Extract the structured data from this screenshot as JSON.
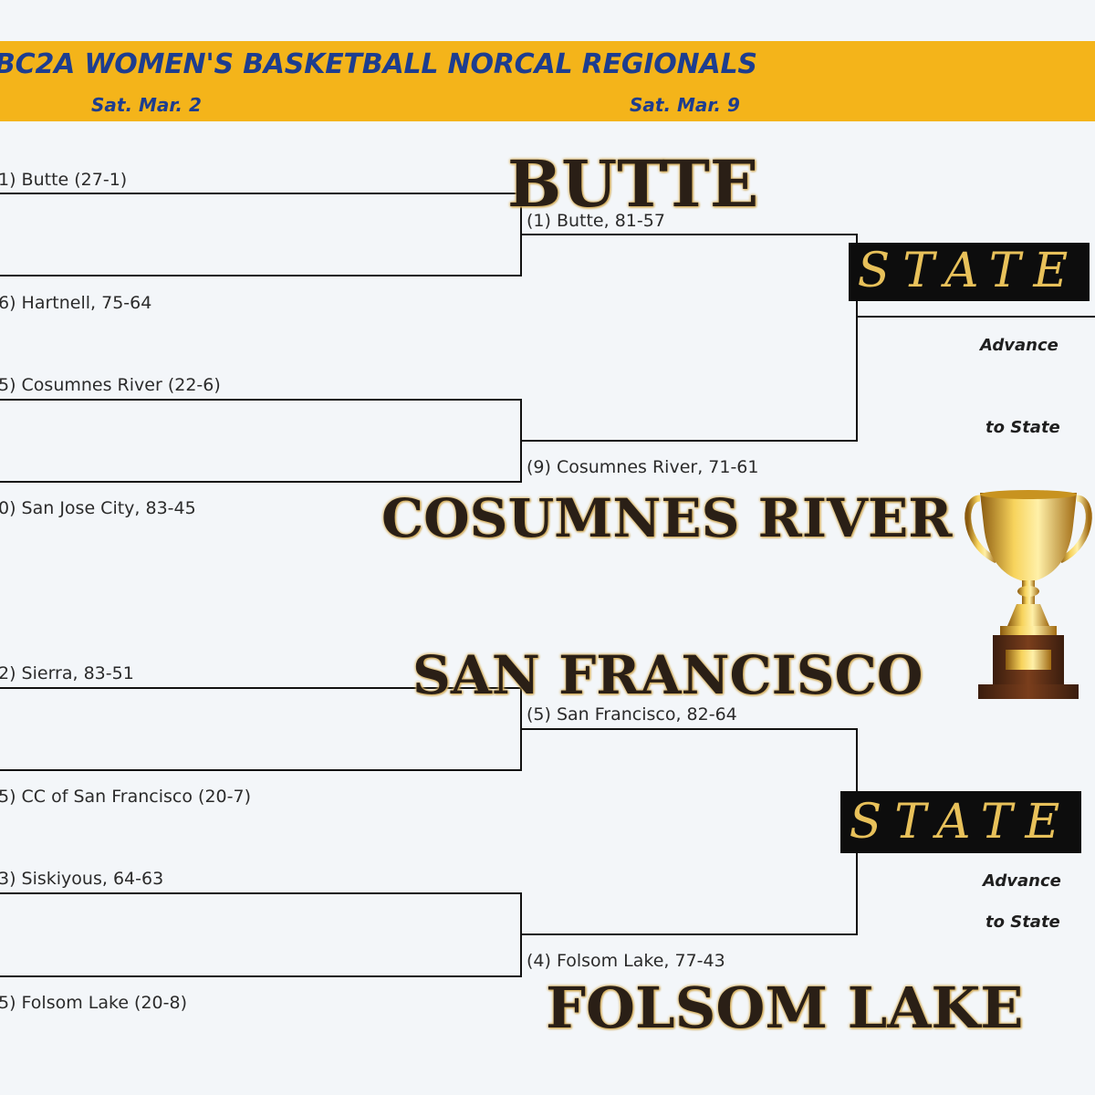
{
  "header": {
    "title": "BC2A WOMEN'S BASKETBALL NORCAL REGIONALS",
    "round1_date": "Sat. Mar. 2",
    "round2_date": "Sat. Mar. 9"
  },
  "round1": [
    "1) Butte (27-1)",
    "6) Hartnell, 75-64",
    "5) Cosumnes River (22-6)",
    "0) San Jose City, 83-45",
    "2) Sierra, 83-51",
    "5) CC of San Francisco (20-7)",
    "3) Siskiyous, 64-63",
    "5) Folsom Lake (20-8)"
  ],
  "round2": [
    "(1) Butte, 81-57",
    "(9) Cosumnes River, 71-61",
    "(5) San Francisco, 82-64",
    "(4) Folsom Lake, 77-43"
  ],
  "winners": {
    "butte": "BUTTE",
    "cosumnes": "COSUMNES RIVER",
    "san_francisco": "SAN FRANCISCO",
    "folsom": "FOLSOM LAKE"
  },
  "state_label": "STATE",
  "advance": {
    "top_line1": "Advance",
    "top_line2": "to State",
    "bottom_line1": "Advance",
    "bottom_line2": "to State"
  },
  "colors": {
    "banner": "#f4b41a",
    "banner_text": "#1d3d8f",
    "state_text": "#e8c15a"
  }
}
